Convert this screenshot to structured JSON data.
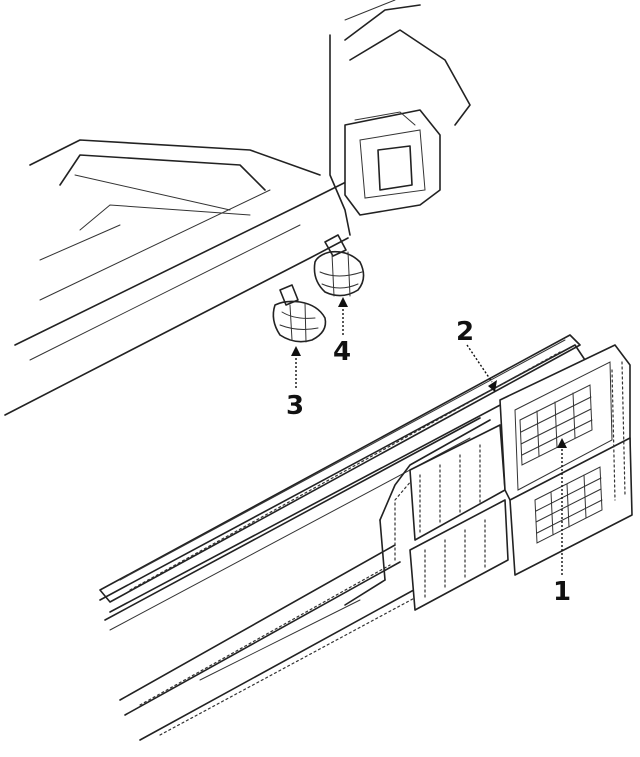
{
  "callouts": [
    {
      "id": "1",
      "label": "1"
    },
    {
      "id": "2",
      "label": "2"
    },
    {
      "id": "3",
      "label": "3"
    },
    {
      "id": "4",
      "label": "4"
    }
  ],
  "colors": {
    "line": "#222222",
    "background": "#ffffff"
  }
}
